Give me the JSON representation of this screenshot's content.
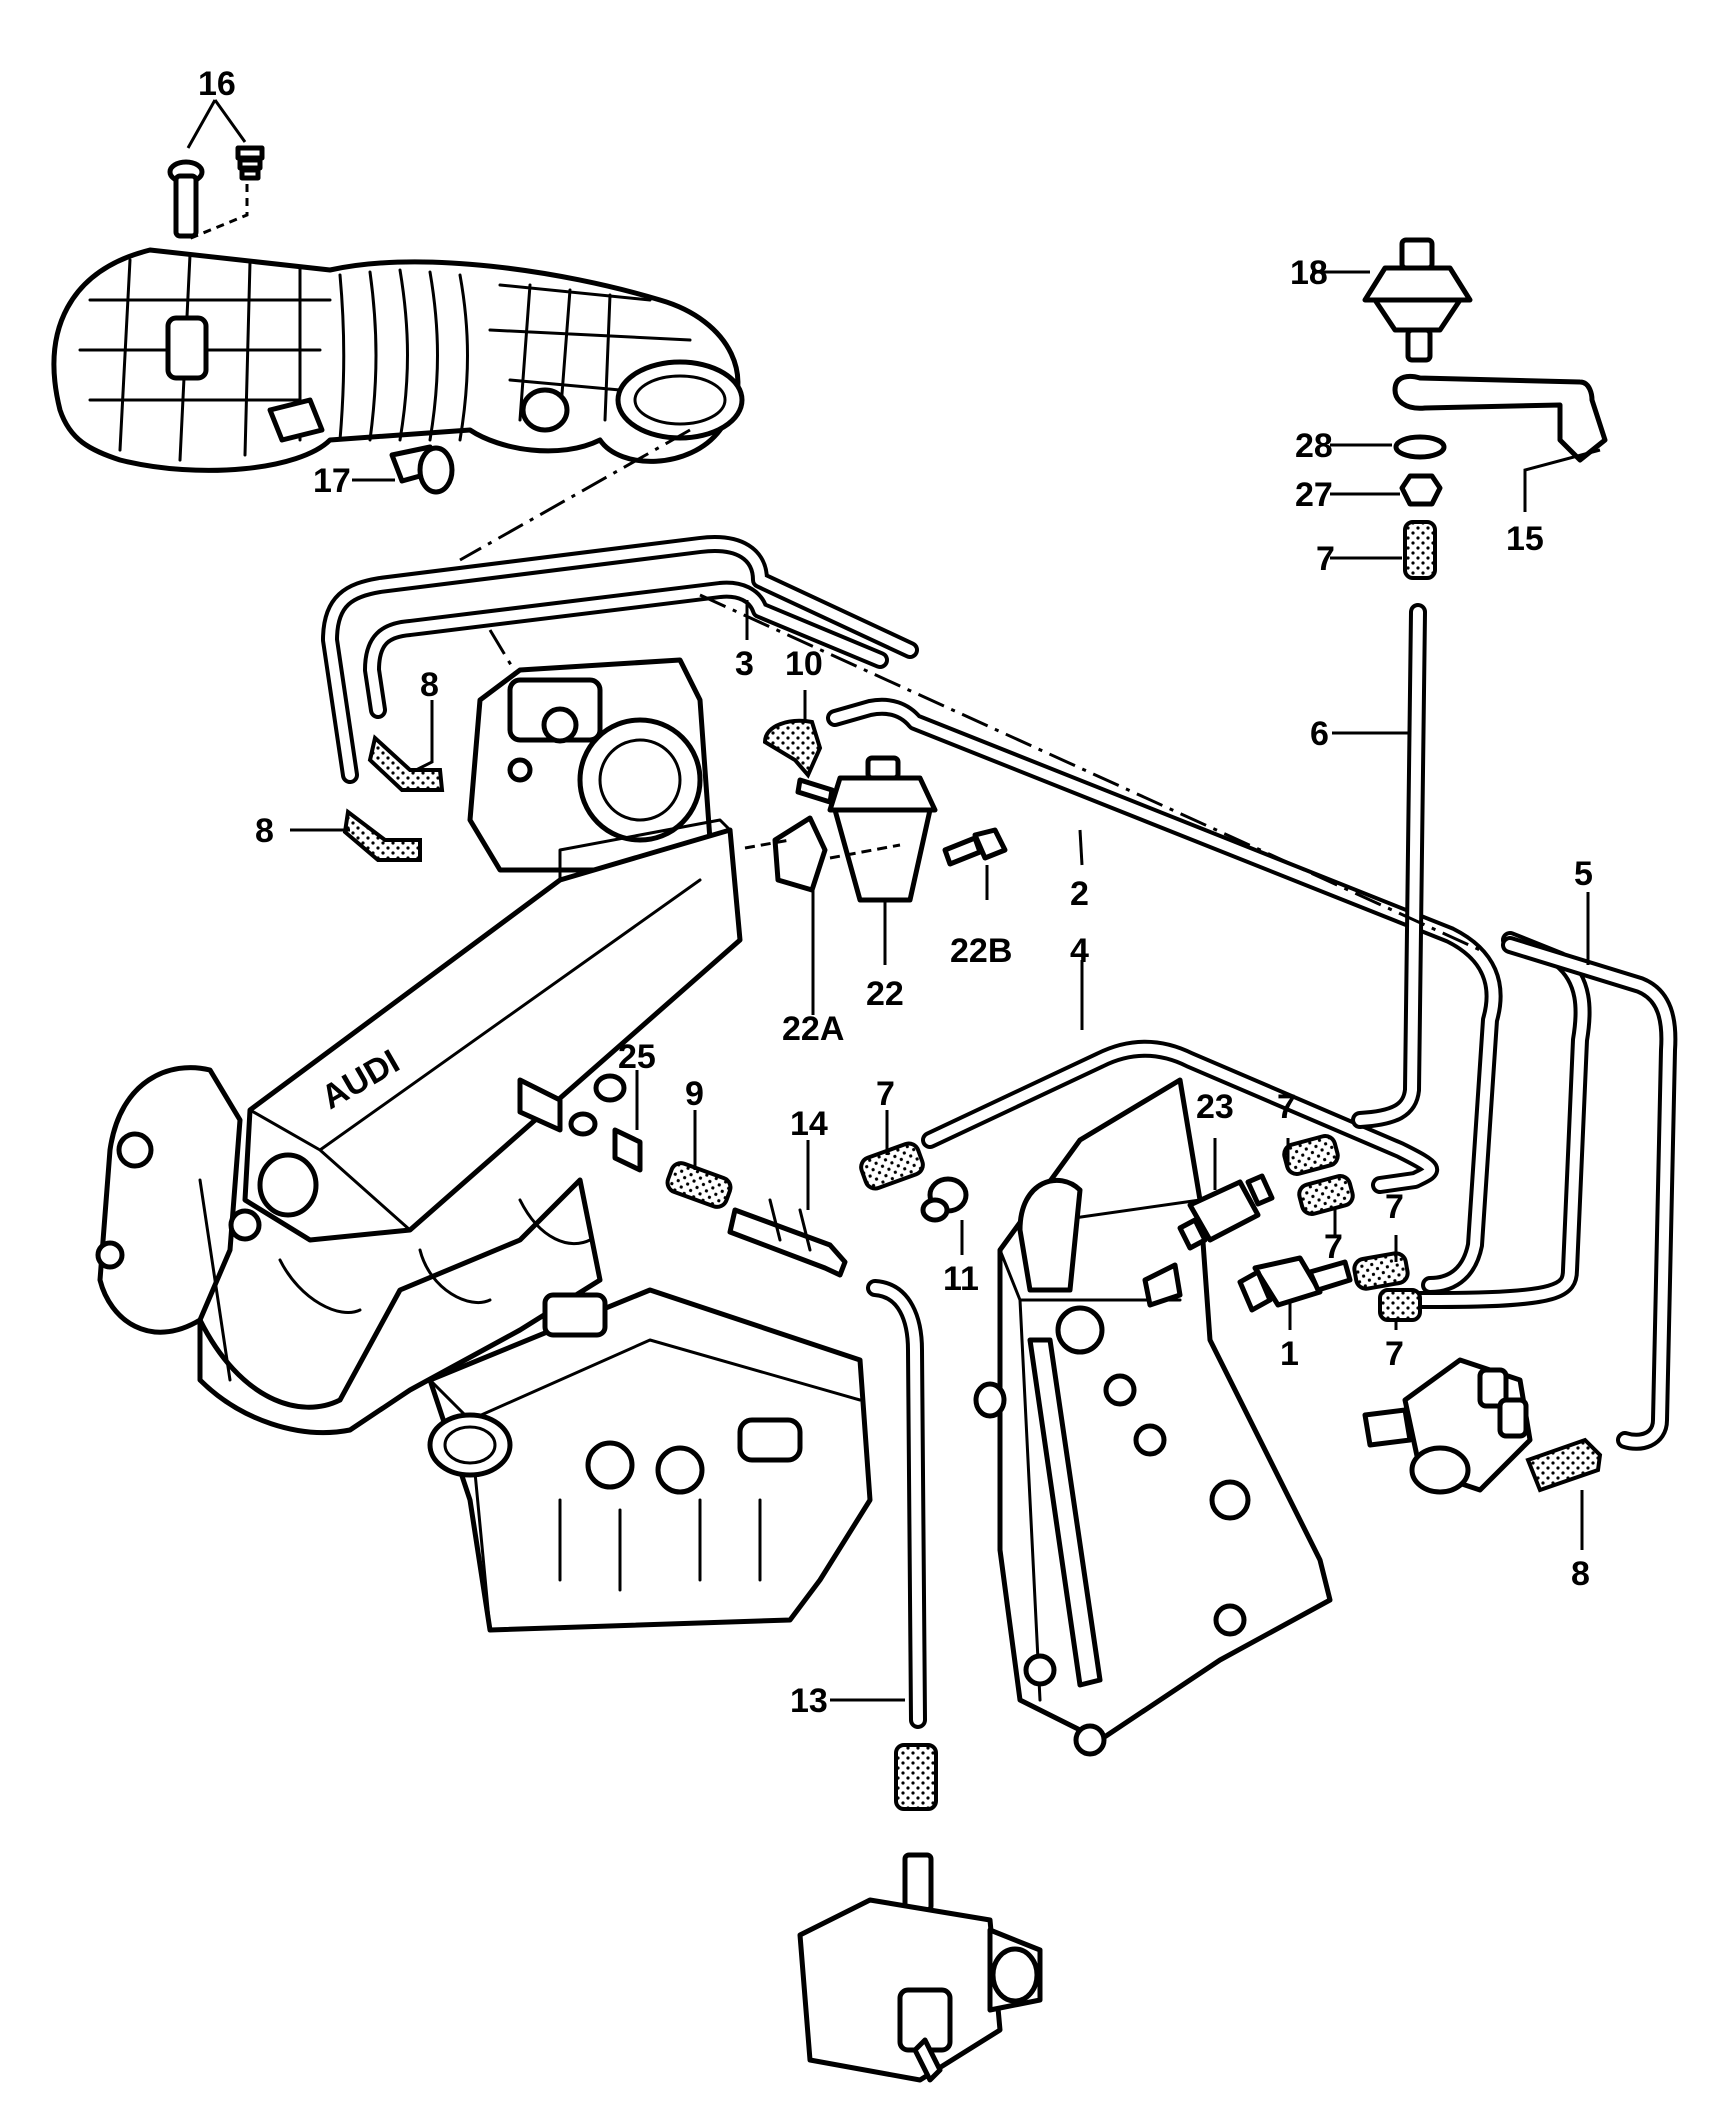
{
  "callouts": [
    {
      "label": "16"
    },
    {
      "label": "17"
    },
    {
      "label": "18"
    },
    {
      "label": "28"
    },
    {
      "label": "27"
    },
    {
      "label": "7"
    },
    {
      "label": "15"
    },
    {
      "label": "3"
    },
    {
      "label": "10"
    },
    {
      "label": "8"
    },
    {
      "label": "6"
    },
    {
      "label": "8"
    },
    {
      "label": "2"
    },
    {
      "label": "5"
    },
    {
      "label": "22B"
    },
    {
      "label": "4"
    },
    {
      "label": "22"
    },
    {
      "label": "22A"
    },
    {
      "label": "25"
    },
    {
      "label": "9"
    },
    {
      "label": "7"
    },
    {
      "label": "14"
    },
    {
      "label": "23"
    },
    {
      "label": "7"
    },
    {
      "label": "7"
    },
    {
      "label": "7"
    },
    {
      "label": "11"
    },
    {
      "label": "1"
    },
    {
      "label": "7"
    },
    {
      "label": "8"
    },
    {
      "label": "13"
    }
  ],
  "embossed_text": "AUDI"
}
